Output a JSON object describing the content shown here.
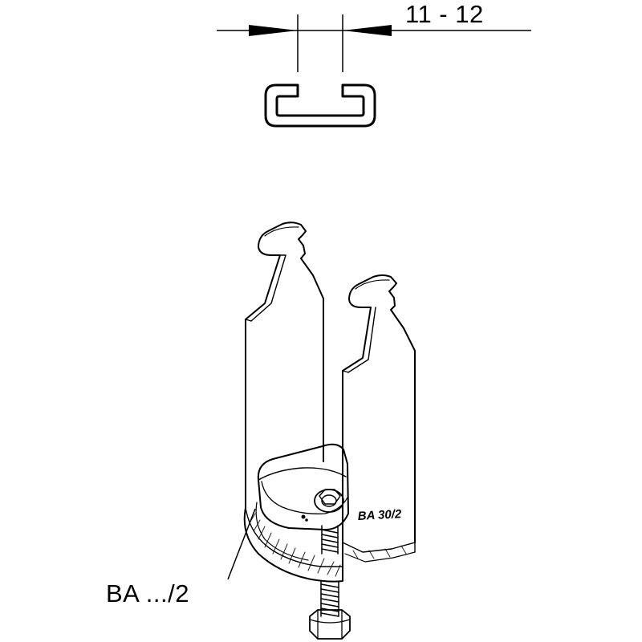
{
  "dimension": {
    "label": "11 - 12"
  },
  "part": {
    "label": "BA .../2",
    "stamp": "BA 30/2"
  },
  "colors": {
    "line": "#000000",
    "background": "#ffffff"
  }
}
